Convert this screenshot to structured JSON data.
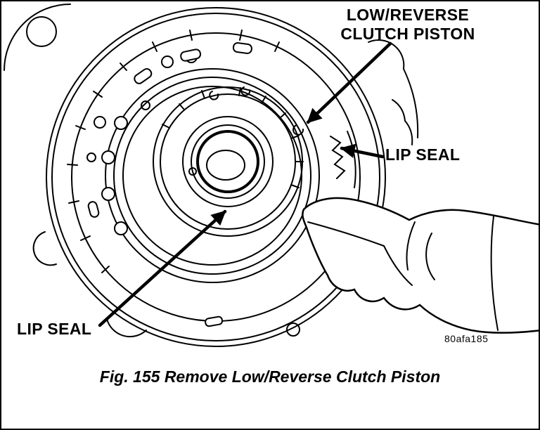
{
  "figure": {
    "labels": {
      "clutch_piston_line1": "LOW/REVERSE",
      "clutch_piston_line2": "CLUTCH PISTON",
      "lip_seal_right": "LIP SEAL",
      "lip_seal_left": "LIP SEAL"
    },
    "ref_code": "80afa185",
    "caption": "Fig. 155 Remove Low/Reverse Clutch Piston",
    "colors": {
      "ink": "#000000",
      "background": "#ffffff"
    }
  }
}
